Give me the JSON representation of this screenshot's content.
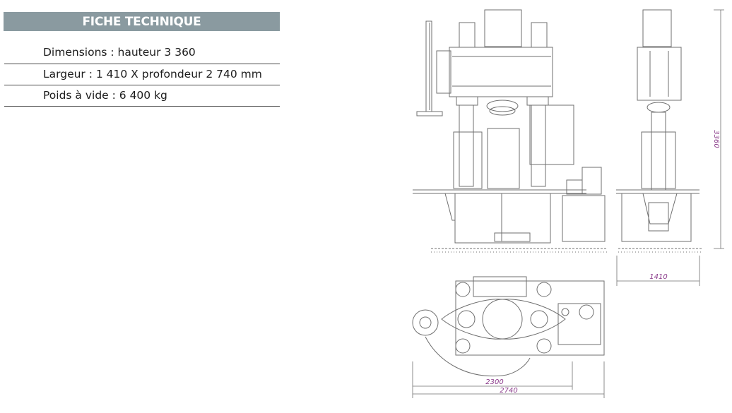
{
  "header": {
    "title": "FICHE TECHNIQUE"
  },
  "specs": [
    {
      "text": "Dimensions : hauteur 3 360"
    },
    {
      "text": "Largeur : 1 410 X profondeur 2 740 mm"
    },
    {
      "text": "Poids à vide : 6 400 kg"
    }
  ],
  "drawing": {
    "dimensions": {
      "height": "3360",
      "width": "1410",
      "depth_inner": "2300",
      "depth_total": "2740"
    },
    "dimension_color": "#8a3a8a",
    "line_color": "#6a6a6a"
  }
}
